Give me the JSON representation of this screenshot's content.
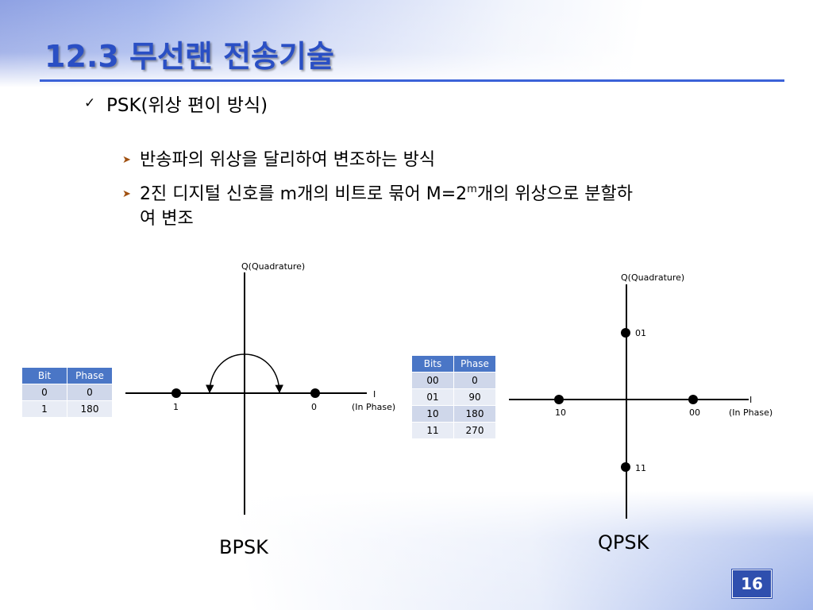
{
  "slide": {
    "title": "12.3 무선랜 전송기술",
    "bullet": "PSK(위상 편이 방식)",
    "sub1": "반송파의 위상을 달리하여 변조하는 방식",
    "sub2_pre": "2진 디지털 신호를 m개의 비트로 묶어 M=2",
    "sub2_sup": "m",
    "sub2_post": "개의 위상으로 분할하",
    "sub2_cont": "여 변조",
    "page_number": "16"
  },
  "bpsk": {
    "table": {
      "headers": [
        "Bit",
        "Phase"
      ],
      "rows": [
        [
          "0",
          "0"
        ],
        [
          "1",
          "180"
        ]
      ]
    },
    "q_label": "Q(Quadrature)",
    "i_label": "I",
    "i_sub_label": "(In Phase)",
    "point_labels": [
      "1",
      "0"
    ],
    "caption": "BPSK"
  },
  "qpsk": {
    "table": {
      "headers": [
        "Bits",
        "Phase"
      ],
      "rows": [
        [
          "00",
          "0"
        ],
        [
          "01",
          "90"
        ],
        [
          "10",
          "180"
        ],
        [
          "11",
          "270"
        ]
      ]
    },
    "q_label": "Q(Quadrature)",
    "i_label": "I",
    "i_sub_label": "(In Phase)",
    "point_labels": {
      "top": "01",
      "left": "10",
      "right": "00",
      "bottom": "11"
    },
    "caption": "QPSK"
  },
  "colors": {
    "title": "#2a4fc4",
    "rule": "#3b62d8",
    "table_header": "#4a76c6",
    "table_row_odd": "#cfd7ea",
    "table_row_even": "#e8ecf5",
    "page_box": "#2f4fae"
  },
  "icons": {
    "bullet": "check-icon",
    "sub_bullet": "arrow-right-icon"
  }
}
